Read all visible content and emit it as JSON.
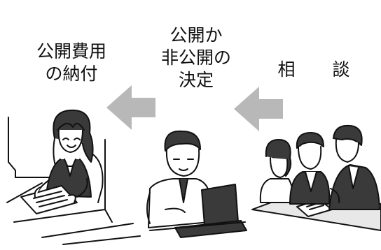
{
  "steps": [
    {
      "id": "consultation",
      "lines": [
        "相　談"
      ]
    },
    {
      "id": "decision",
      "lines": [
        "公開か",
        "非公開の",
        "決定"
      ]
    },
    {
      "id": "payment",
      "lines": [
        "公開費用",
        "の納付"
      ]
    }
  ],
  "colors": {
    "arrow": "#b8b8b8",
    "line": "#111111",
    "shade": "#3a3a3a"
  }
}
